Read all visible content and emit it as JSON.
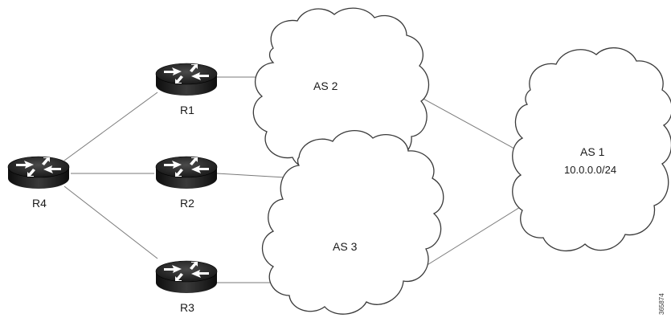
{
  "routers": {
    "r1": {
      "label": "R1",
      "icon": "router-icon"
    },
    "r2": {
      "label": "R2",
      "icon": "router-icon"
    },
    "r3": {
      "label": "R3",
      "icon": "router-icon"
    },
    "r4": {
      "label": "R4",
      "icon": "router-icon"
    }
  },
  "clouds": {
    "as1": {
      "label": "AS 1",
      "prefix": "10.0.0.0/24"
    },
    "as2": {
      "label": "AS 2"
    },
    "as3": {
      "label": "AS 3"
    }
  },
  "figure_id": "365874",
  "colors": {
    "router_body": "#1a1a1a",
    "router_arrow": "#ffffff",
    "cloud_stroke": "#3a3a3a",
    "link": "#7a7a7a"
  }
}
